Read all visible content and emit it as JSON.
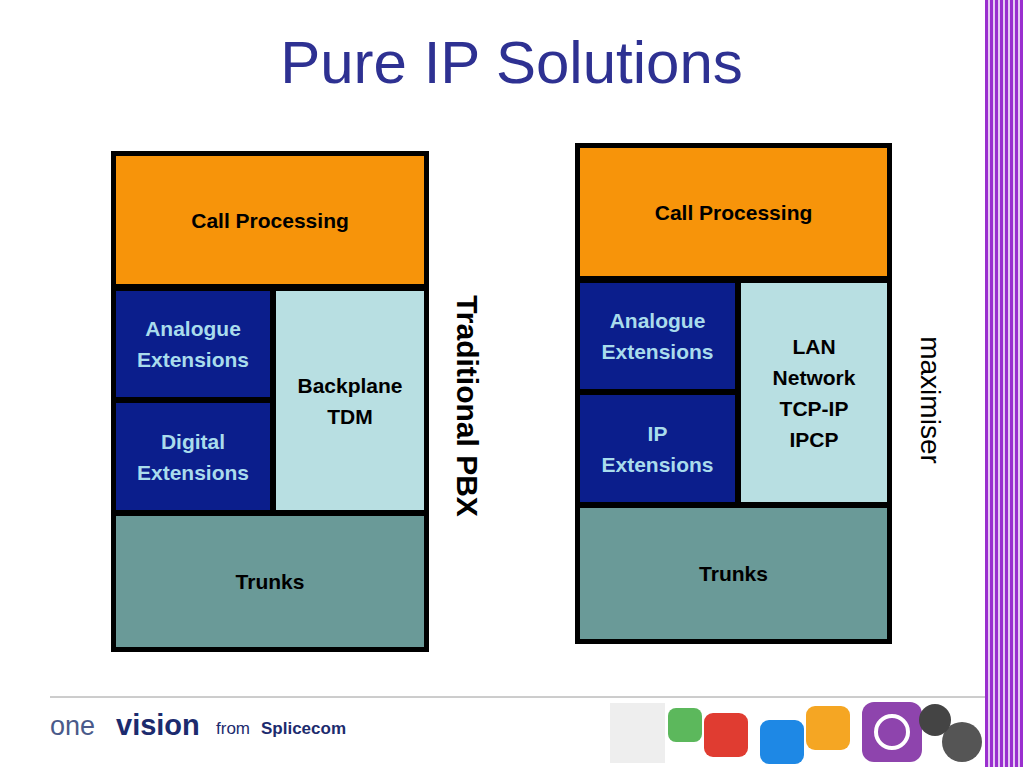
{
  "diagram": {
    "title": "Pure IP Solutions",
    "nodes": [
      {
        "text": [
          "Call Processing"
        ]
      },
      {
        "text": [
          "Analogue Extensions"
        ]
      },
      {
        "text": [
          "Digital Extensions"
        ]
      },
      {
        "text": [
          "Backplane TDM"
        ]
      },
      {
        "text": [
          "Trunks"
        ]
      },
      {
        "text": [
          "Call Processing"
        ]
      },
      {
        "text": [
          "Analogue Extensions"
        ]
      },
      {
        "text": [
          "IP Extensions"
        ]
      },
      {
        "text": [
          "LAN Network TCP-IP IPCP"
        ]
      },
      {
        "text": [
          "Trunks"
        ]
      }
    ],
    "labels": [
      "Traditional PBX",
      "maximiser",
      "one",
      "vision",
      "from",
      "Splicecom"
    ]
  }
}
